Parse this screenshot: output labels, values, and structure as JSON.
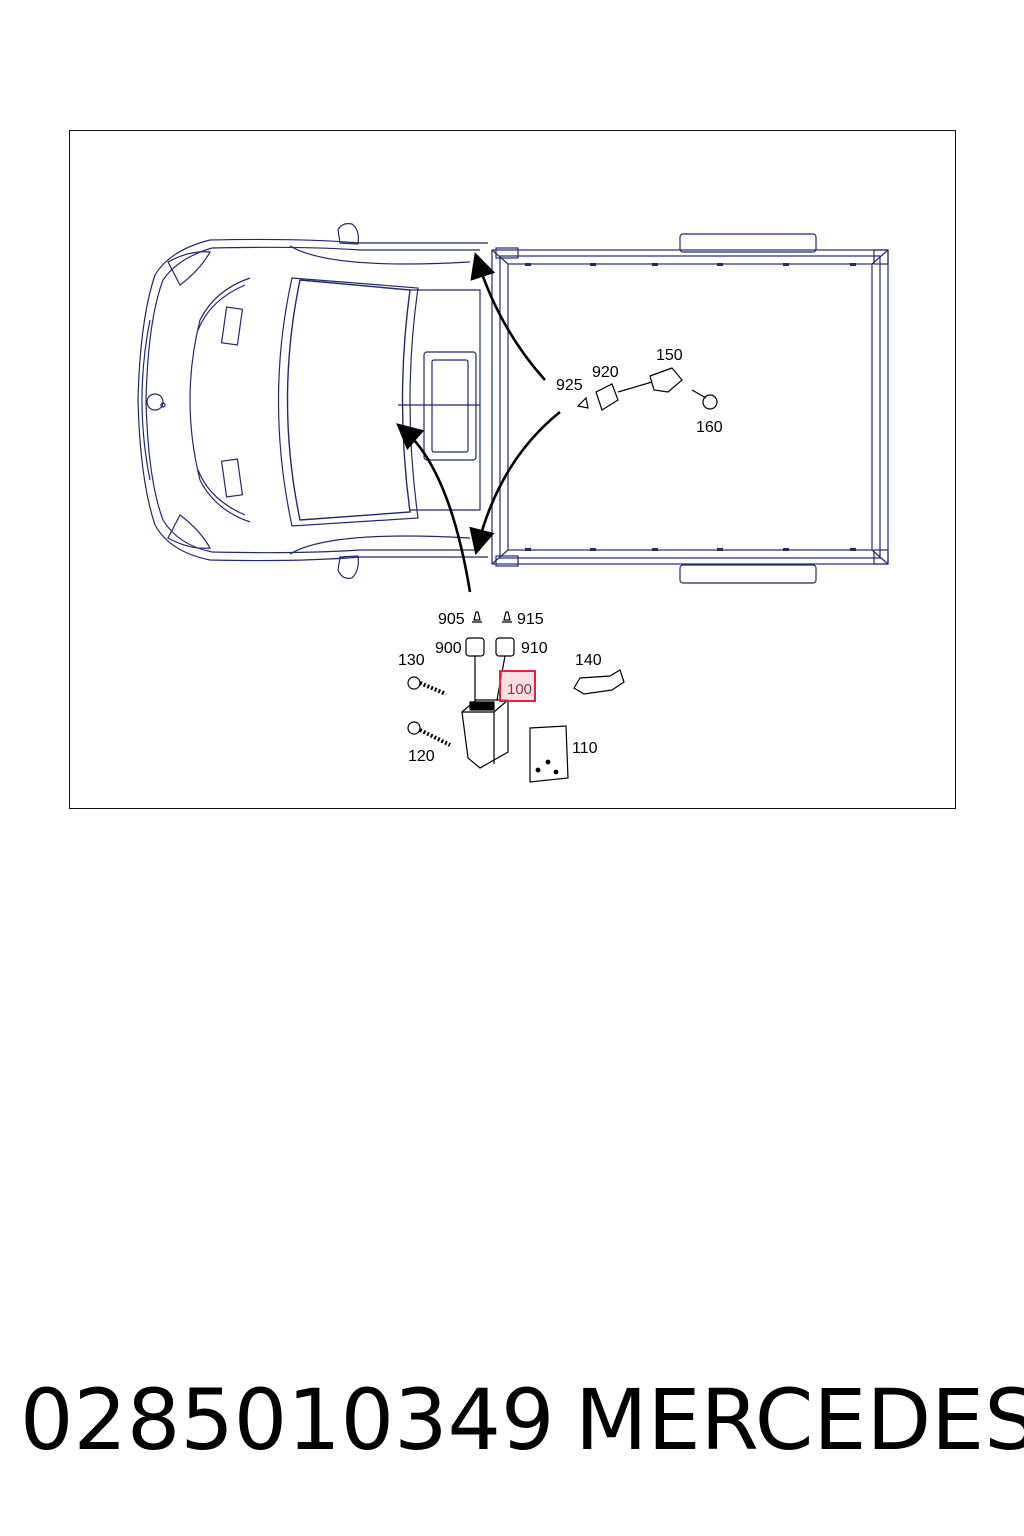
{
  "diagram": {
    "callouts": {
      "c905": "905",
      "c915": "915",
      "c900": "900",
      "c910": "910",
      "c130": "130",
      "c140": "140",
      "c100": "100",
      "c120": "120",
      "c110": "110",
      "c925": "925",
      "c920": "920",
      "c150": "150",
      "c160": "160"
    },
    "highlight_color": "#e8203a",
    "line_color": "#1f2a6e"
  },
  "footer": {
    "part_number": "0285010349",
    "brand": "MERCEDES"
  }
}
